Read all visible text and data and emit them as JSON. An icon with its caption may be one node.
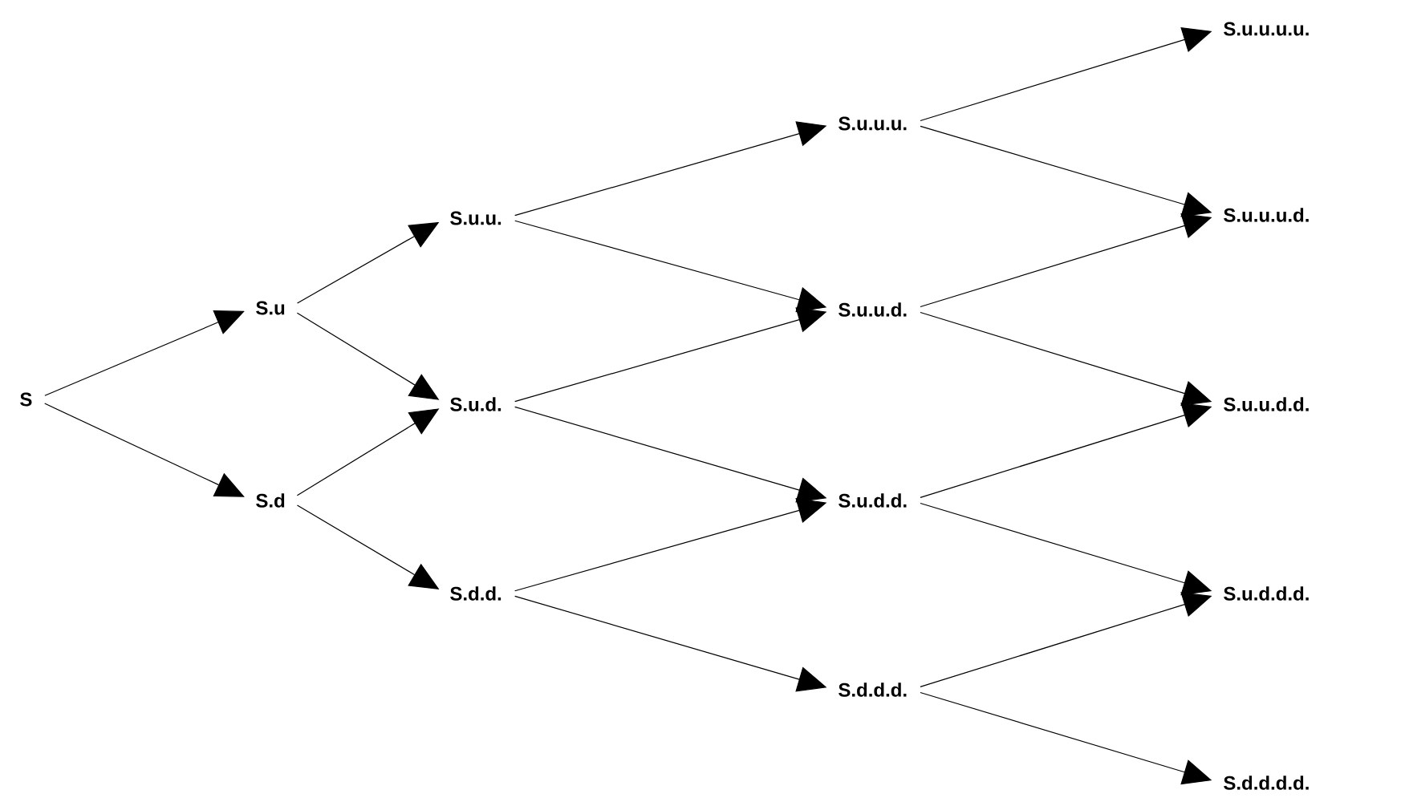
{
  "diagram": {
    "nodes": [
      {
        "text": [
          "S"
        ]
      },
      {
        "text": [
          "S.u"
        ]
      },
      {
        "text": [
          "S.d"
        ]
      },
      {
        "text": [
          "S.u.u."
        ]
      },
      {
        "text": [
          "S.u.d."
        ]
      },
      {
        "text": [
          "S.d.d."
        ]
      },
      {
        "text": [
          "S.u.u.u."
        ]
      },
      {
        "text": [
          "S.u.u.d."
        ]
      },
      {
        "text": [
          "S.u.d.d."
        ]
      },
      {
        "text": [
          "S.d.d.d."
        ]
      },
      {
        "text": [
          "S.u.u.u.u."
        ]
      },
      {
        "text": [
          "S.u.u.u.d."
        ]
      },
      {
        "text": [
          "S.u.u.d.d."
        ]
      },
      {
        "text": [
          "S.u.d.d.d."
        ]
      },
      {
        "text": [
          "S.d.d.d.d."
        ]
      }
    ],
    "edges": [
      {
        "from": 0,
        "to": 1,
        "arrow": "to"
      },
      {
        "from": 0,
        "to": 2,
        "arrow": "to"
      },
      {
        "from": 1,
        "to": 3,
        "arrow": "to"
      },
      {
        "from": 1,
        "to": 4,
        "arrow": "to"
      },
      {
        "from": 2,
        "to": 4,
        "arrow": "to"
      },
      {
        "from": 2,
        "to": 5,
        "arrow": "to"
      },
      {
        "from": 3,
        "to": 6,
        "arrow": "to"
      },
      {
        "from": 3,
        "to": 7,
        "arrow": "to"
      },
      {
        "from": 4,
        "to": 7,
        "arrow": "to"
      },
      {
        "from": 4,
        "to": 8,
        "arrow": "to"
      },
      {
        "from": 5,
        "to": 8,
        "arrow": "to"
      },
      {
        "from": 5,
        "to": 9,
        "arrow": "to"
      },
      {
        "from": 6,
        "to": 10,
        "arrow": "to"
      },
      {
        "from": 6,
        "to": 11,
        "arrow": "to"
      },
      {
        "from": 7,
        "to": 11,
        "arrow": "to"
      },
      {
        "from": 7,
        "to": 12,
        "arrow": "to"
      },
      {
        "from": 8,
        "to": 12,
        "arrow": "to"
      },
      {
        "from": 8,
        "to": 13,
        "arrow": "to"
      },
      {
        "from": 9,
        "to": 13,
        "arrow": "to"
      },
      {
        "from": 9,
        "to": 14,
        "arrow": "to"
      }
    ]
  }
}
